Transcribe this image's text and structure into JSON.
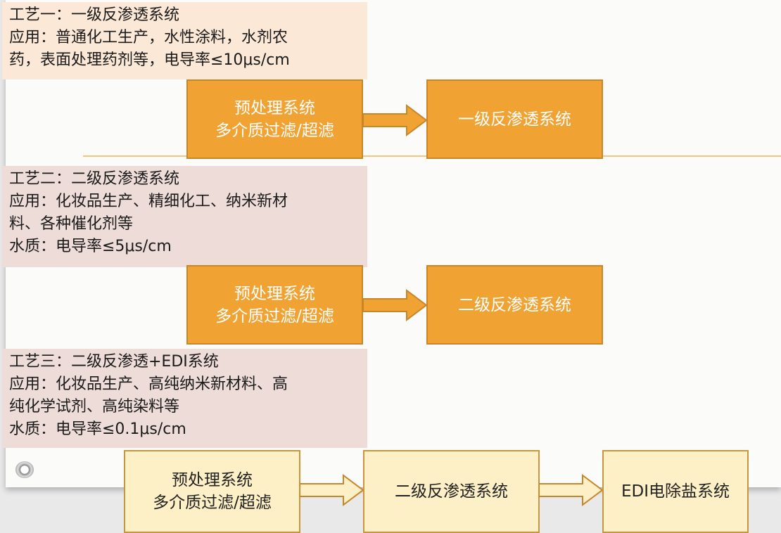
{
  "process1": {
    "title": "工艺一：一级反渗透系统",
    "lines": [
      "应用：普通化工生产，水性涂料，水剂农",
      "药，表面处理药剂等，电导率≤10μs/cm"
    ],
    "steps": [
      {
        "line1": "预处理系统",
        "line2": "多介质过滤/超滤"
      },
      {
        "line1": "一级反渗透系统"
      }
    ]
  },
  "process2": {
    "title": "工艺二：二级反渗透系统",
    "lines": [
      "应用：化妆品生产、精细化工、纳米新材",
      "料、各种催化剂等",
      "水质：电导率≤5μs/cm"
    ],
    "steps": [
      {
        "line1": "预处理系统",
        "line2": "多介质过滤/超滤"
      },
      {
        "line1": "二级反渗透系统"
      }
    ]
  },
  "process3": {
    "title": "工艺三：二级反渗透+EDI系统",
    "lines": [
      "应用：化妆品生产、高纯纳米新材料、高",
      "纯化学试剂、高纯染料等",
      "水质：电导率≤0.1μs/cm"
    ],
    "steps": [
      {
        "line1": "预处理系统",
        "line2": "多介质过滤/超滤"
      },
      {
        "line1": "二级反渗透系统"
      },
      {
        "line1": "EDI电除盐系统"
      }
    ]
  },
  "colors": {
    "orange": "#f0a232",
    "light": "#fdefc6"
  }
}
